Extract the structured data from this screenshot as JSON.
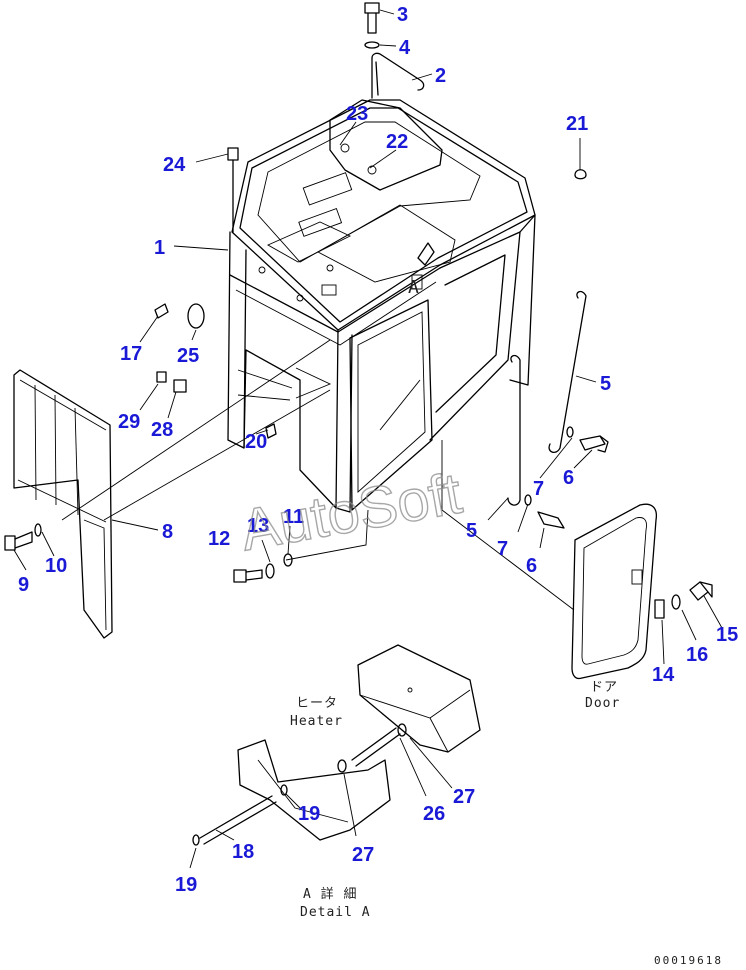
{
  "labels": [
    {
      "num": "1"
    },
    {
      "num": "2"
    },
    {
      "num": "3"
    },
    {
      "num": "4"
    },
    {
      "num": "5"
    },
    {
      "num": "6"
    },
    {
      "num": "7"
    },
    {
      "num": "8"
    },
    {
      "num": "9"
    },
    {
      "num": "10"
    },
    {
      "num": "11"
    },
    {
      "num": "12"
    },
    {
      "num": "13"
    },
    {
      "num": "14"
    },
    {
      "num": "15"
    },
    {
      "num": "16"
    },
    {
      "num": "17"
    },
    {
      "num": "18"
    },
    {
      "num": "19"
    },
    {
      "num": "20"
    },
    {
      "num": "21"
    },
    {
      "num": "22"
    },
    {
      "num": "23"
    },
    {
      "num": "24"
    },
    {
      "num": "25"
    },
    {
      "num": "26"
    },
    {
      "num": "27"
    },
    {
      "num": "28"
    },
    {
      "num": "29"
    },
    {
      "num": "5"
    },
    {
      "num": "6"
    },
    {
      "num": "7"
    },
    {
      "num": "19"
    },
    {
      "num": "27"
    }
  ],
  "view_marker": "A",
  "door_caption": {
    "jp": "ドア",
    "en": "Door"
  },
  "heater_caption": {
    "jp": "ヒータ",
    "en": "Heater"
  },
  "detail_caption": {
    "jp": "A 詳 細",
    "en": "Detail A"
  },
  "watermark": "AutoSoft",
  "drawing_code": "00019618",
  "colors": {
    "label": "#1a1ad6",
    "line": "#000000",
    "watermark": "#8a8a8a"
  }
}
